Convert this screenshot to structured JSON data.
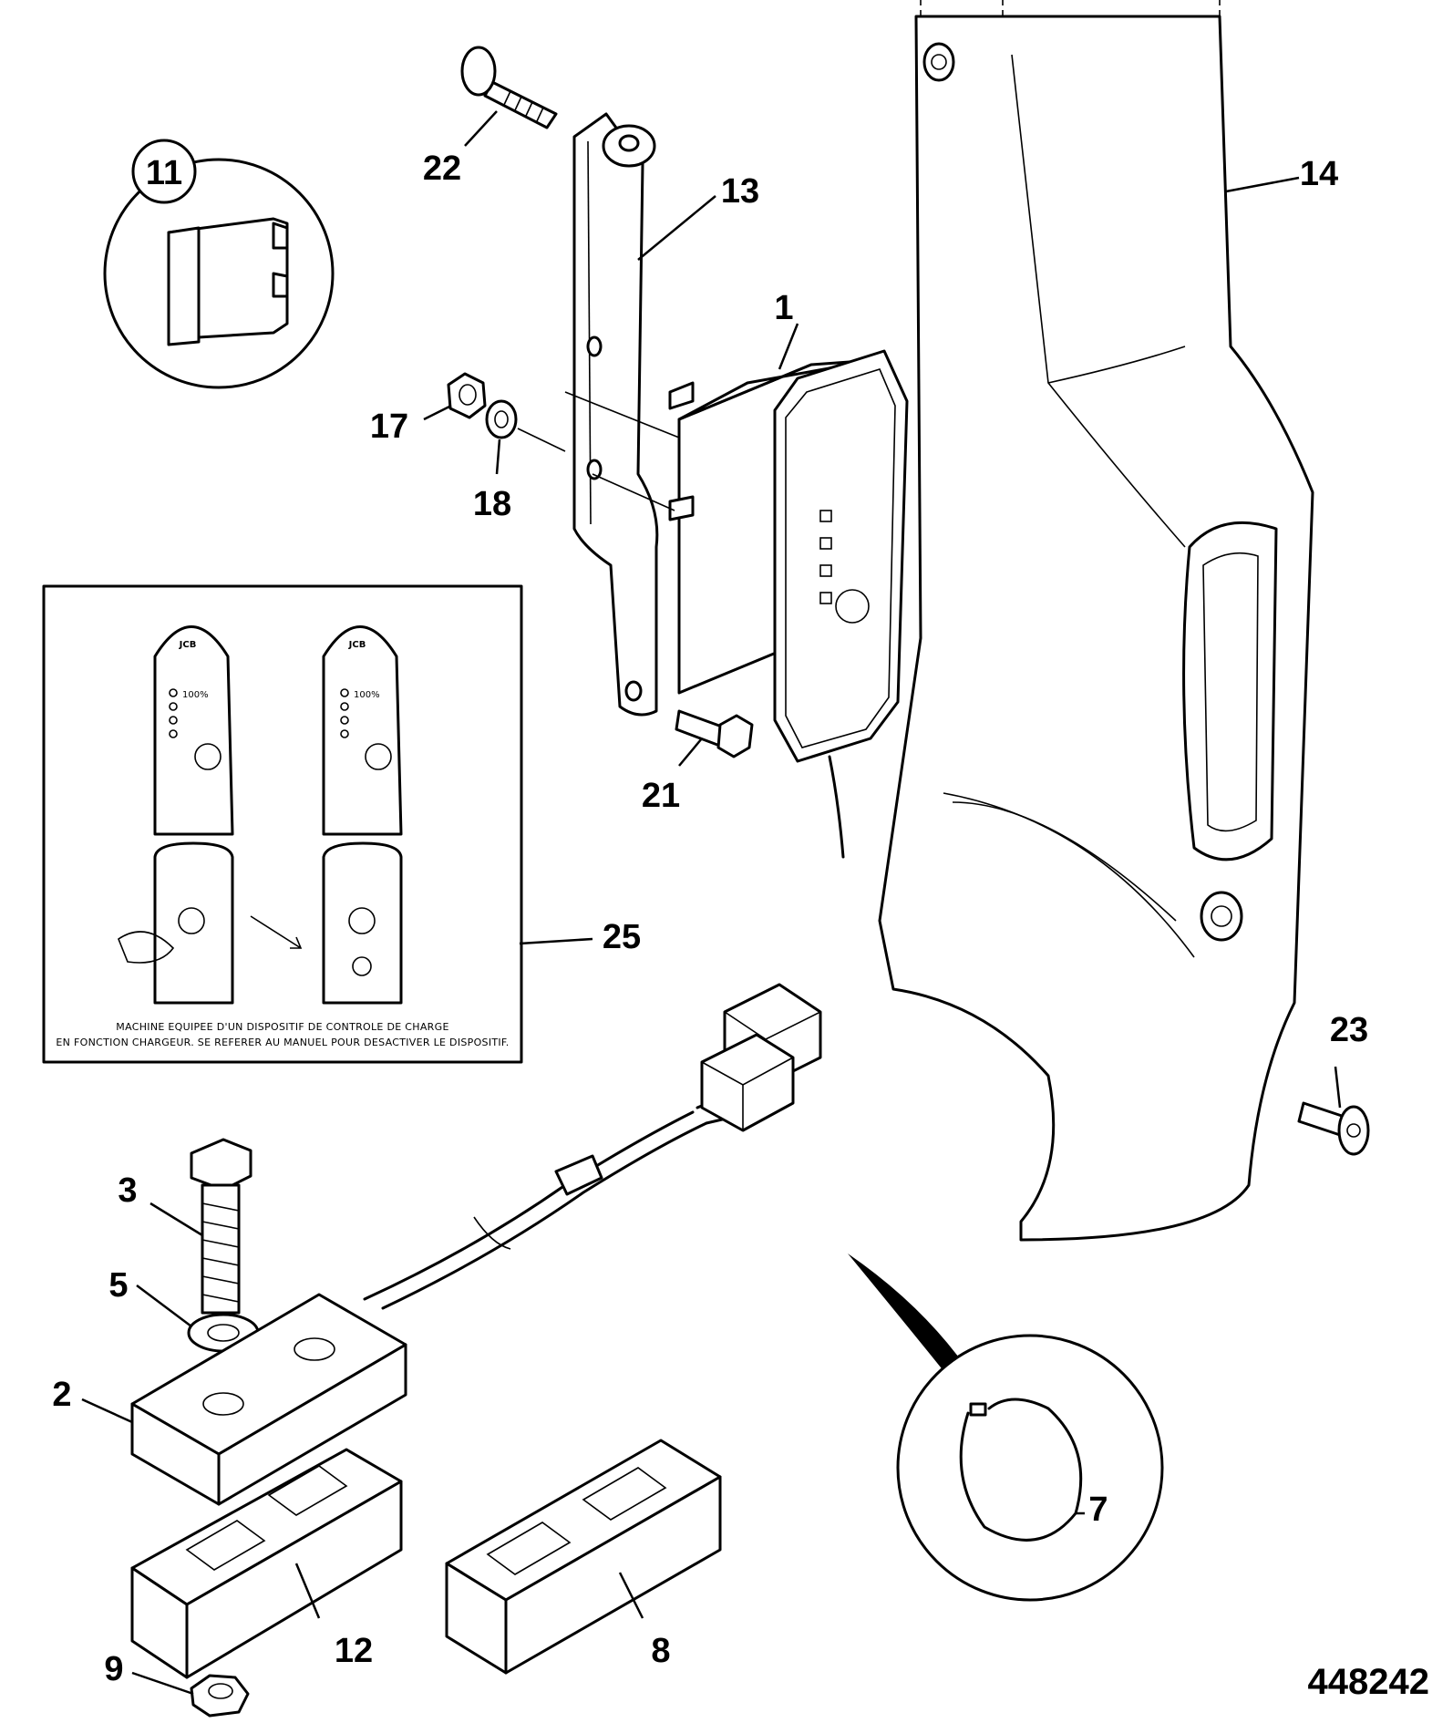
{
  "callouts": {
    "c1": "1",
    "c2": "2",
    "c3": "3",
    "c5": "5",
    "c7": "7",
    "c8": "8",
    "c9": "9",
    "c11": "11",
    "c12": "12",
    "c13": "13",
    "c14": "14",
    "c17": "17",
    "c18": "18",
    "c21": "21",
    "c22": "22",
    "c23": "23",
    "c25": "25"
  },
  "decal": {
    "logo": "JCB",
    "percent_label": "100%",
    "caption_line1": "MACHINE EQUIPEE D'UN DISPOSITIF DE CONTROLE DE CHARGE",
    "caption_line2": "EN FONCTION CHARGEUR. SE REFERER AU MANUEL POUR DESACTIVER LE DISPOSITIF."
  },
  "reference_number": "448242"
}
